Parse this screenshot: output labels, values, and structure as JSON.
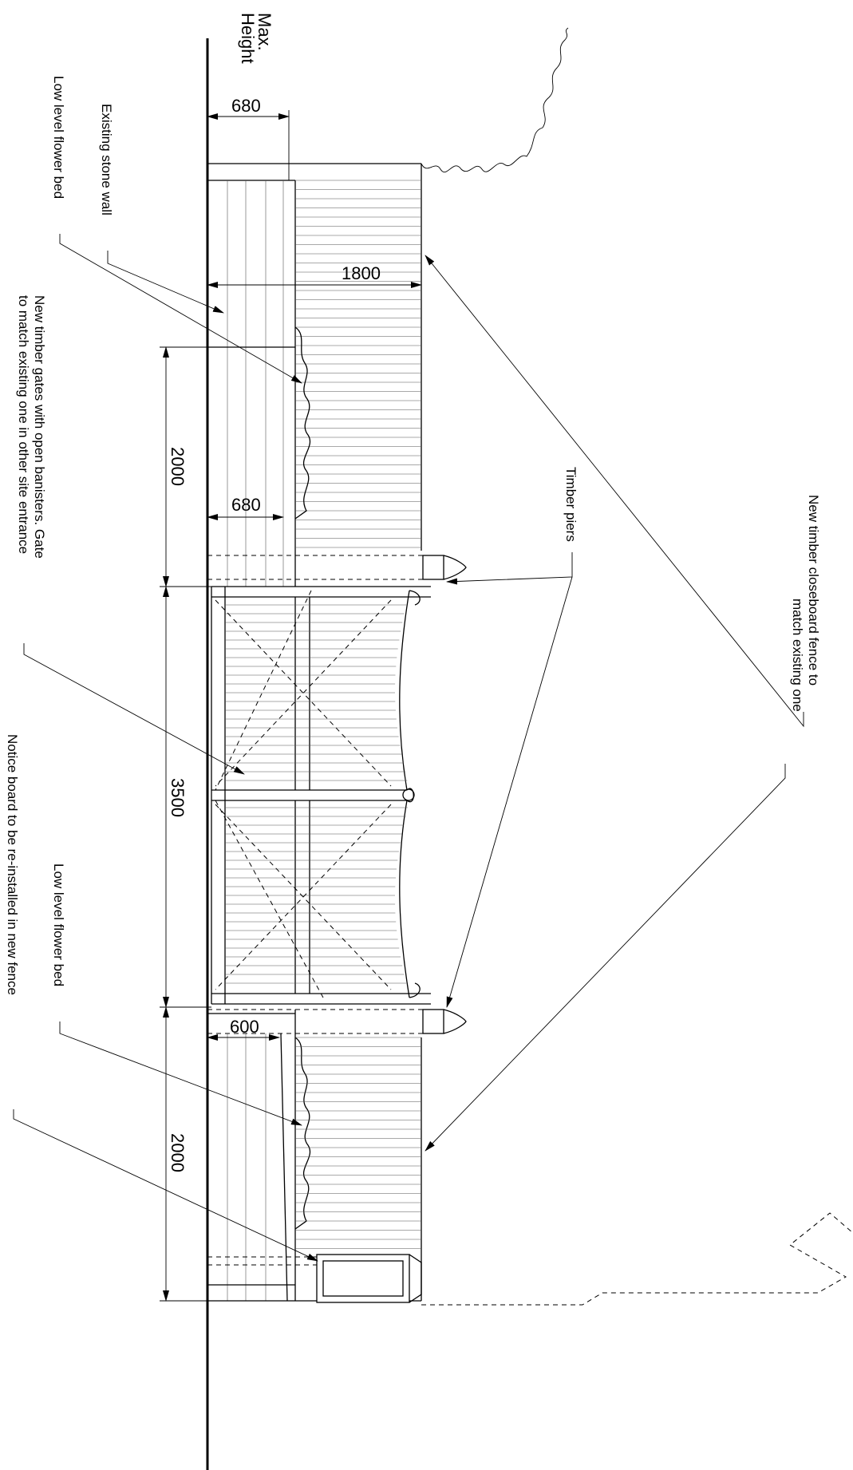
{
  "labels": {
    "max_height": [
      "Max.",
      "Height"
    ],
    "existing_stone_wall": "Existing stone wall",
    "flower_bed_top": "Low level flower bed",
    "flower_bed_bottom": "Low level flower bed",
    "timber_gates": [
      "New timber gates with open banisters. Gate",
      "to match existing one in other site entrance"
    ],
    "notice_board": "Notice board to be re-installed in new fence",
    "timber_piers": "Timber piers",
    "closeboard_fence": [
      "New timber closeboard fence to",
      "match existing one"
    ]
  },
  "dimensions": {
    "wall_width_top": "680",
    "fence_height": "1800",
    "wall_width_mid": "680",
    "wall_width_bottom": "600",
    "run_top": "2000",
    "gate_width": "3500",
    "run_bottom": "2000"
  }
}
